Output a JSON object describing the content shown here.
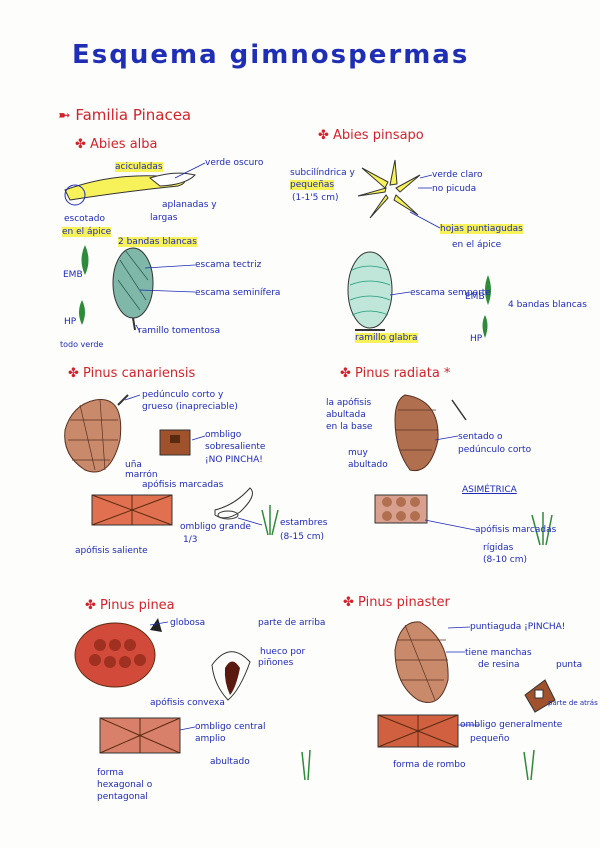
{
  "title": "Esquema gimnospermas",
  "family": "Familia Pinacea",
  "species": {
    "abies_alba": {
      "name": "Abies alba",
      "labels": [
        "aciculadas",
        "verde oscuro",
        "aplanadas y",
        "largas",
        "escotado",
        "en el ápice",
        "2 bandas blancas",
        "escama tectriz",
        "escama seminífera",
        "ramillo tomentosa",
        "todo verde",
        "EMB",
        "HP"
      ]
    },
    "abies_pinsapo": {
      "name": "Abies pinsapo",
      "labels": [
        "subcilíndrica y",
        "pequeñas",
        "(1-1'5 cm)",
        "verde claro",
        "no picuda",
        "hojas puntiagudas",
        "en el ápice",
        "escama semperte",
        "EMB",
        "4 bandas blancas",
        "ramillo glabra",
        "HP"
      ]
    },
    "pinus_canariensis": {
      "name": "Pinus canariensis",
      "labels": [
        "pedúnculo corto y",
        "grueso (inapreciable)",
        "ombligo",
        "sobresaliente",
        "¡NO PINCHA!",
        "uña",
        "marrón",
        "apófisis marcadas",
        "ombligo grande",
        "1/3",
        "estambres",
        "(8-15 cm)",
        "apófisis saliente"
      ]
    },
    "pinus_radiata": {
      "name": "Pinus radiata",
      "labels": [
        "la apófisis",
        "abultada",
        "en la base",
        "sentado o",
        "pedúnculo corto",
        "muy",
        "abultado",
        "ASIMÉTRICA",
        "apófisis marcadas",
        "rígidas",
        "(8-10 cm)"
      ]
    },
    "pinus_pinea": {
      "name": "Pinus pinea",
      "labels": [
        "globosa",
        "parte de arriba",
        "hueco por",
        "piñones",
        "apófisis convexa",
        "ombligo central",
        "amplio",
        "abultado",
        "forma",
        "hexagonal o",
        "pentagonal"
      ]
    },
    "pinus_pinaster": {
      "name": "Pinus pinaster",
      "labels": [
        "puntiaguda ¡PINCHA!",
        "tiene manchas",
        "de resina",
        "punta",
        "parte de atrás",
        "ombligo generalmente",
        "pequeño",
        "forma de rombo"
      ]
    }
  },
  "colors": {
    "blue": "#1d2bb8",
    "red": "#d2232a",
    "highlight_yellow": "#f7f25a",
    "brown": "#8b4a2b"
  }
}
